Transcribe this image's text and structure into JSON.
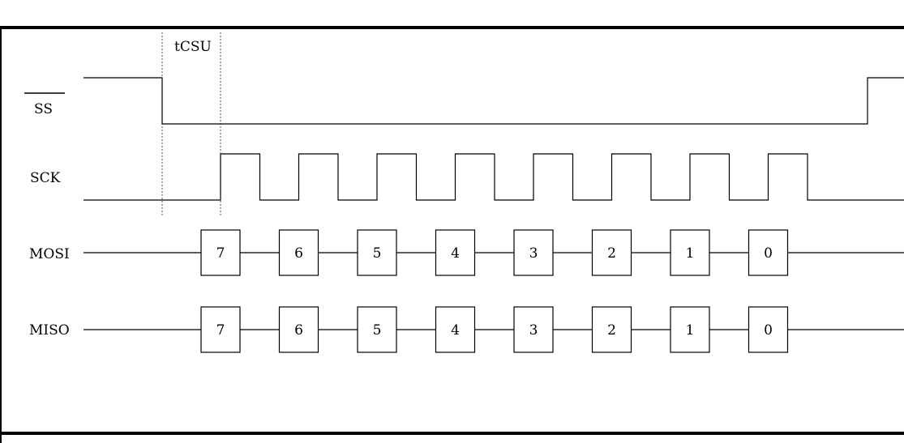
{
  "signals": {
    "ss": "SS",
    "sck": "SCK",
    "mosi": "MOSI",
    "miso": "MISO"
  },
  "annotation": {
    "tcsu": "tCSU"
  },
  "mosi_bits": [
    "7",
    "6",
    "5",
    "4",
    "3",
    "2",
    "1",
    "0"
  ],
  "miso_bits": [
    "7",
    "6",
    "5",
    "4",
    "3",
    "2",
    "1",
    "0"
  ]
}
